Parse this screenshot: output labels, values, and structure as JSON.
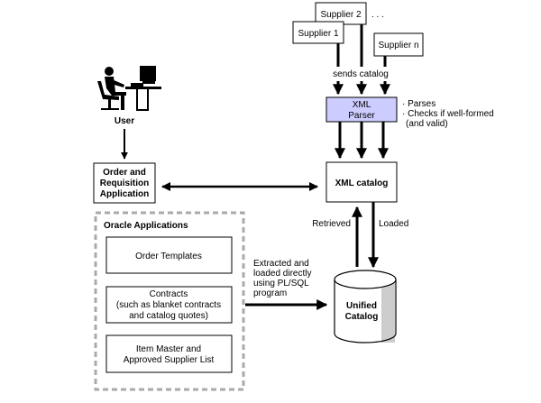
{
  "suppliers": [
    {
      "label": "Supplier 1"
    },
    {
      "label": "Supplier 2"
    },
    {
      "label": "Supplier n"
    }
  ],
  "supplier_ellipsis": ". . .",
  "sends_catalog_label": "sends catalog",
  "xml_parser": {
    "line1": "XML",
    "line2": "Parser",
    "fill": "#ccccff",
    "notes": [
      "· Parses",
      "· Checks if well-formed",
      "(and valid)"
    ]
  },
  "user": {
    "label": "User",
    "icon": "user-at-computer-icon"
  },
  "order_req_app": {
    "lines": [
      "Order and",
      "Requisition",
      "Application"
    ]
  },
  "xml_catalog": {
    "label": "XML catalog"
  },
  "retrieved_label": "Retrieved",
  "loaded_label": "Loaded",
  "oracle_apps": {
    "title": "Oracle Applications",
    "border_color": "#aaaaaa",
    "items": [
      {
        "lines": [
          "Order Templates"
        ]
      },
      {
        "lines": [
          "Contracts",
          "(such as blanket contracts",
          "and catalog quotes)"
        ]
      },
      {
        "lines": [
          "Item Master and",
          "Approved Supplier List"
        ]
      }
    ]
  },
  "extracted_note": [
    "Extracted and",
    "loaded directly",
    "using PL/SQL",
    "program"
  ],
  "unified_catalog": {
    "lines": [
      "Unified",
      "Catalog"
    ],
    "shadow": "#cccccc"
  }
}
